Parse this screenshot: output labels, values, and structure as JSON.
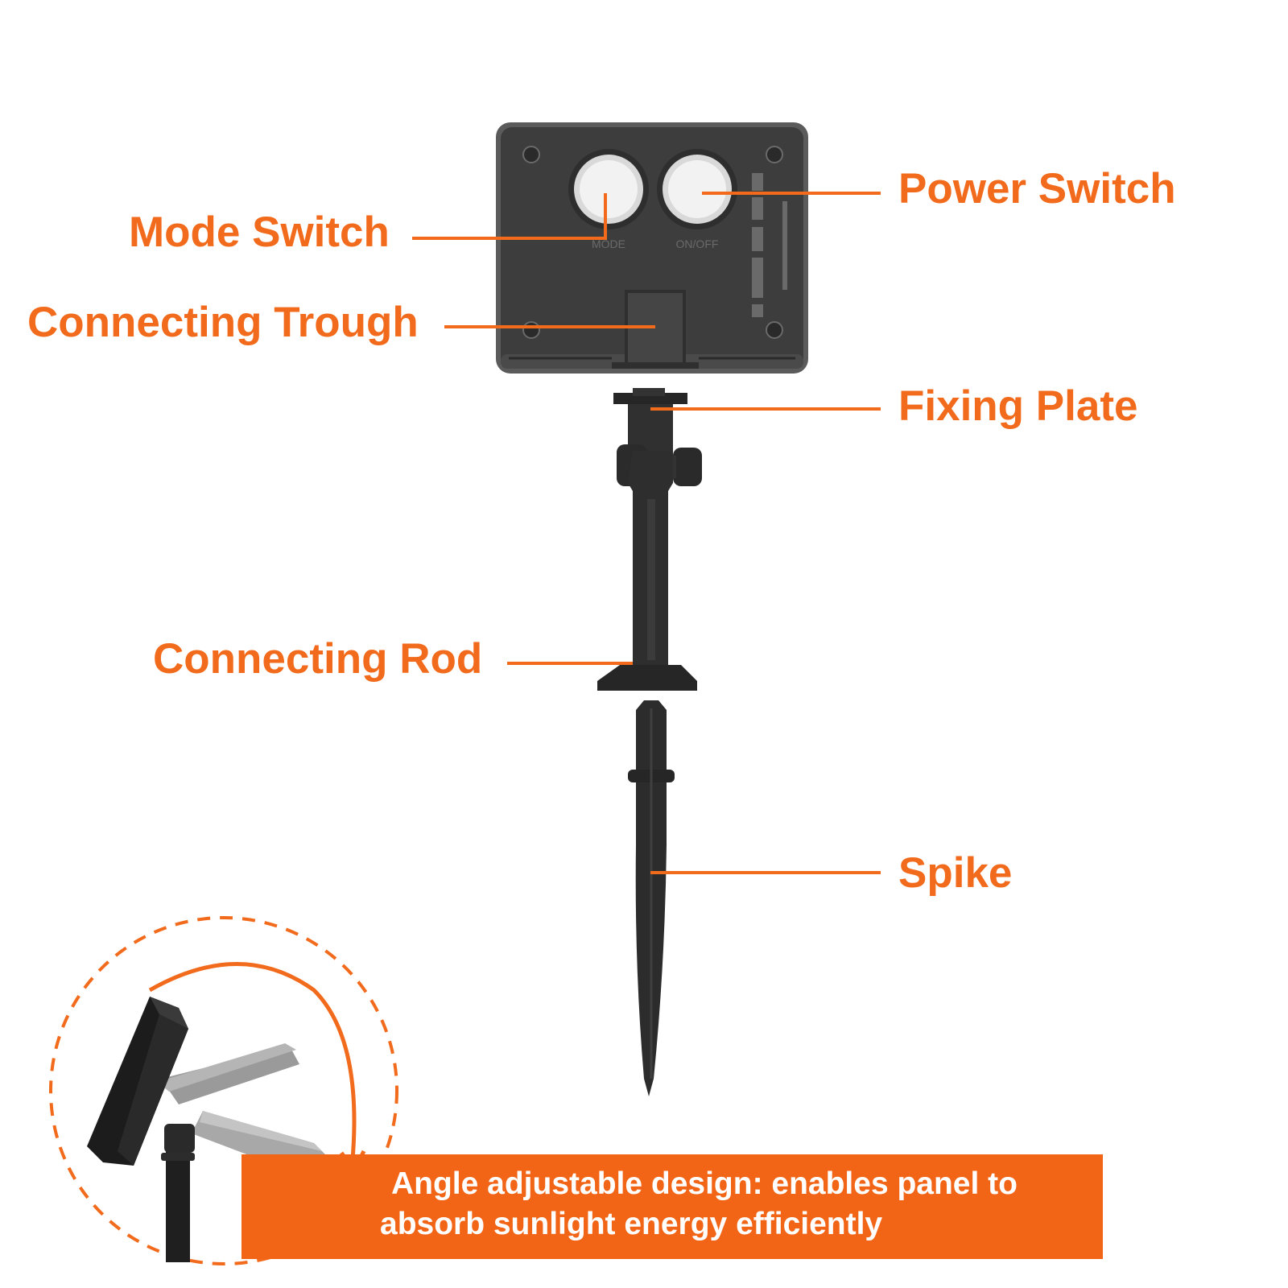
{
  "labels": {
    "mode_switch": "Mode Switch",
    "power_switch": "Power Switch",
    "connecting_trough": "Connecting Trough",
    "fixing_plate": "Fixing Plate",
    "connecting_rod": "Connecting Rod",
    "spike": "Spike"
  },
  "device_markings": {
    "mode_button": "MODE",
    "onoff_button": "ON/OFF"
  },
  "banner": {
    "line1": "Angle adjustable design: enables panel to",
    "line2": "absorb sunlight energy efficiently"
  },
  "colors": {
    "accent": "#f26a1b",
    "device": "#3b3b3b",
    "banner": "#f26516"
  }
}
